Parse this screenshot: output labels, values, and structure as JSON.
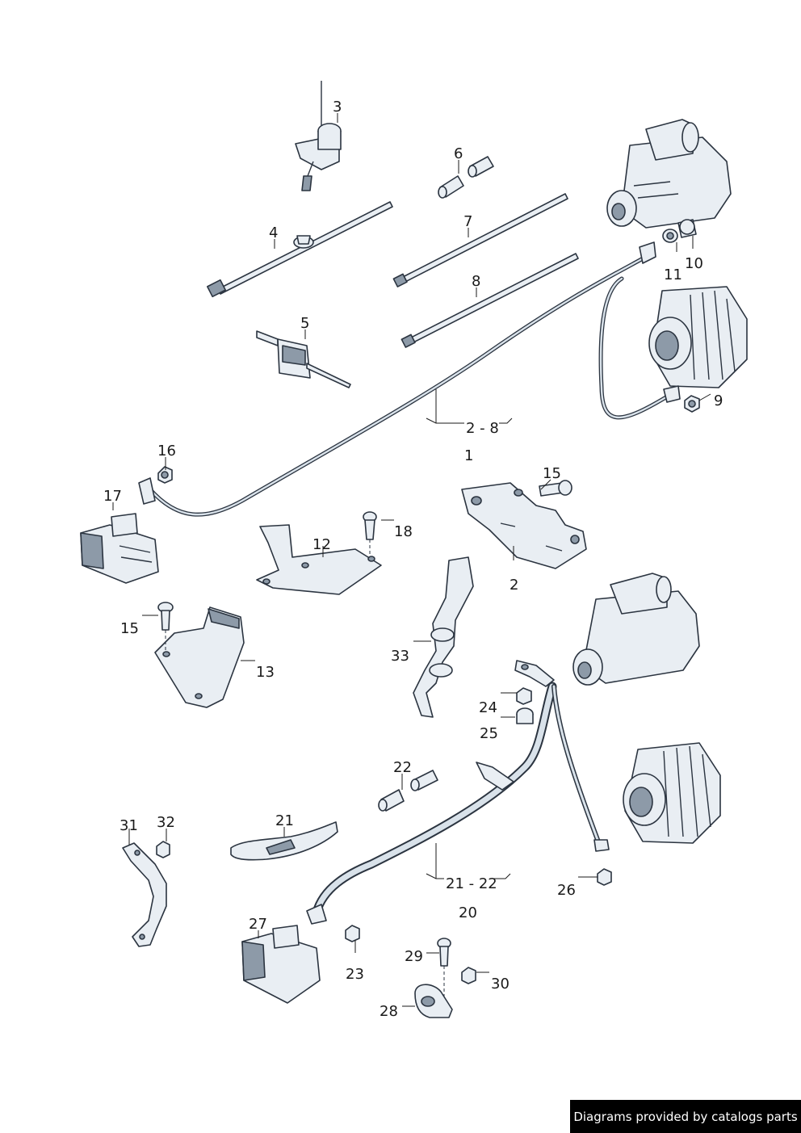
{
  "callouts": {
    "c1": "1",
    "c2": "2",
    "c2_8": "2 - 8",
    "c3": "3",
    "c4": "4",
    "c5": "5",
    "c6": "6",
    "c7": "7",
    "c8": "8",
    "c9": "9",
    "c10": "10",
    "c11": "11",
    "c12": "12",
    "c13": "13",
    "c15a": "15",
    "c15b": "15",
    "c16": "16",
    "c17": "17",
    "c18": "18",
    "c20": "20",
    "c21a": "21",
    "c21_22": "21 - 22",
    "c22a": "22",
    "c23": "23",
    "c24": "24",
    "c25": "25",
    "c26": "26",
    "c27": "27",
    "c28": "28",
    "c29": "29",
    "c30": "30",
    "c31": "31",
    "c32": "32",
    "c33": "33"
  },
  "credit": "Diagrams provided by catalogs parts"
}
